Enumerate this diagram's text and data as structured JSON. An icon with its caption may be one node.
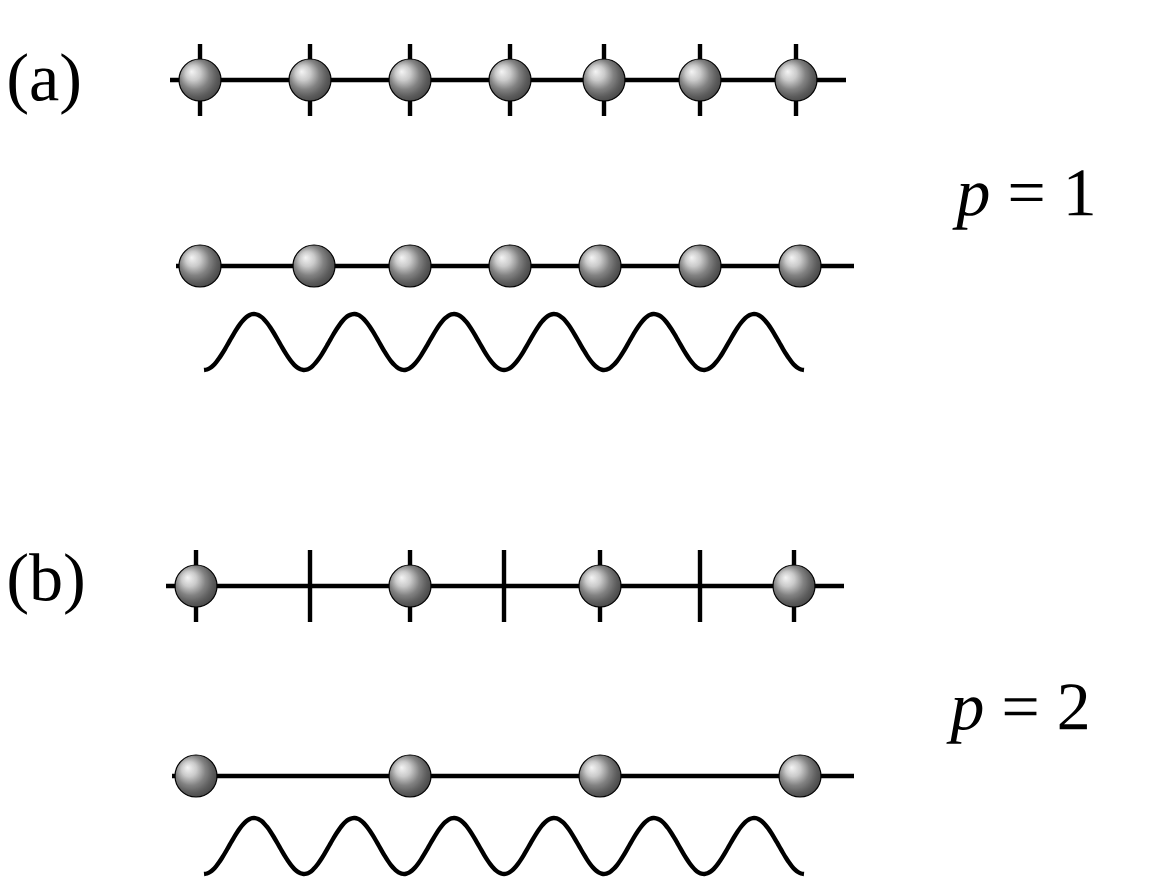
{
  "diagram": {
    "labels": [
      "(a)",
      "*p* = 1",
      "(b)",
      "*p* = 2"
    ]
  }
}
